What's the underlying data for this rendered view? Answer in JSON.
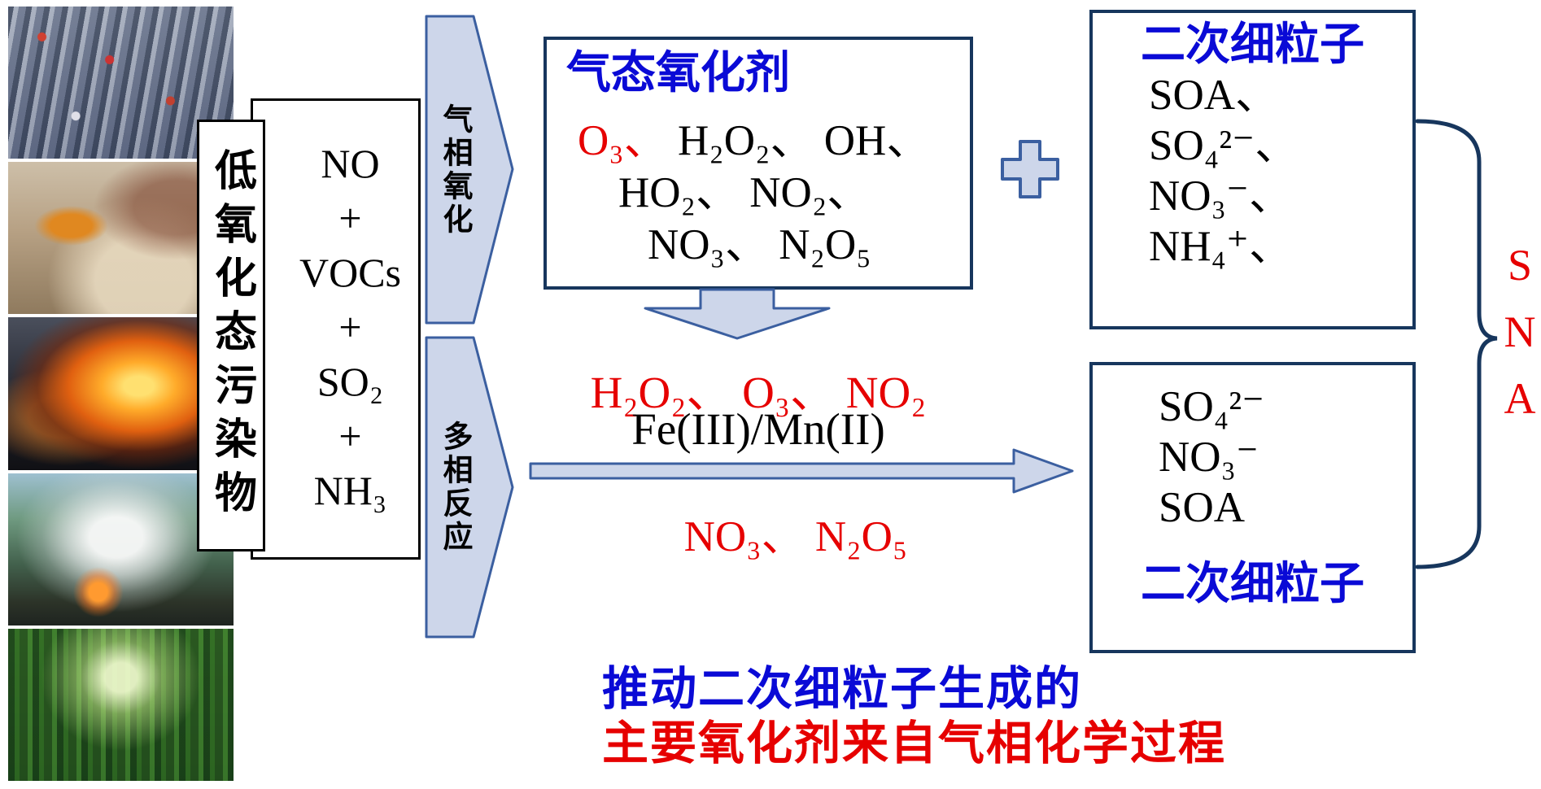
{
  "colors": {
    "accent_blue": "#0a0ad6",
    "accent_red": "#e60000",
    "box_border_navy": "#17365d",
    "arrow_fill": "#cdd6ea",
    "arrow_stroke": "#3b5fa0"
  },
  "left_panel": {
    "photos": [
      {
        "name": "traffic-jam"
      },
      {
        "name": "construction-dust"
      },
      {
        "name": "industrial-fire"
      },
      {
        "name": "biomass-burning"
      },
      {
        "name": "forest"
      }
    ],
    "vertical_label": "低氧化态污染物",
    "pollutant_lines": [
      "NO",
      "+",
      "VOCs",
      "+",
      "SO₂",
      "+",
      "NH₃"
    ]
  },
  "process_arrows": {
    "gas_phase_label": "气相氧化",
    "heterogeneous_label": "多相反应"
  },
  "gas_oxidant_box": {
    "title": "气态氧化剂",
    "line1_red": "O₃、",
    "line1_rest": " H₂O₂、 OH、",
    "line2": "HO₂、 NO₂、",
    "line3": "NO₃、 N₂O₅"
  },
  "secondary_particles_top_box": {
    "title": "二次细粒子",
    "item_red": "SOA、",
    "items": [
      "SO₄²⁻、",
      "NO₃⁻、",
      "NH₄⁺、"
    ]
  },
  "heterogeneous_reaction": {
    "oxidants_red": "H₂O₂、 O₃、 NO₂",
    "catalysts": "Fe(III)/Mn(II)",
    "night_oxidants_red": "NO₃、 N₂O₅"
  },
  "secondary_particles_bottom_box": {
    "items": [
      "SO₄²⁻",
      "NO₃⁻",
      "SOA"
    ],
    "title": "二次细粒子"
  },
  "sna_label": {
    "letters": [
      "S",
      "N",
      "A"
    ]
  },
  "caption": {
    "line1_blue": "推动二次细粒子生成的",
    "line2_red": "主要氧化剂来自气相化学过程"
  }
}
